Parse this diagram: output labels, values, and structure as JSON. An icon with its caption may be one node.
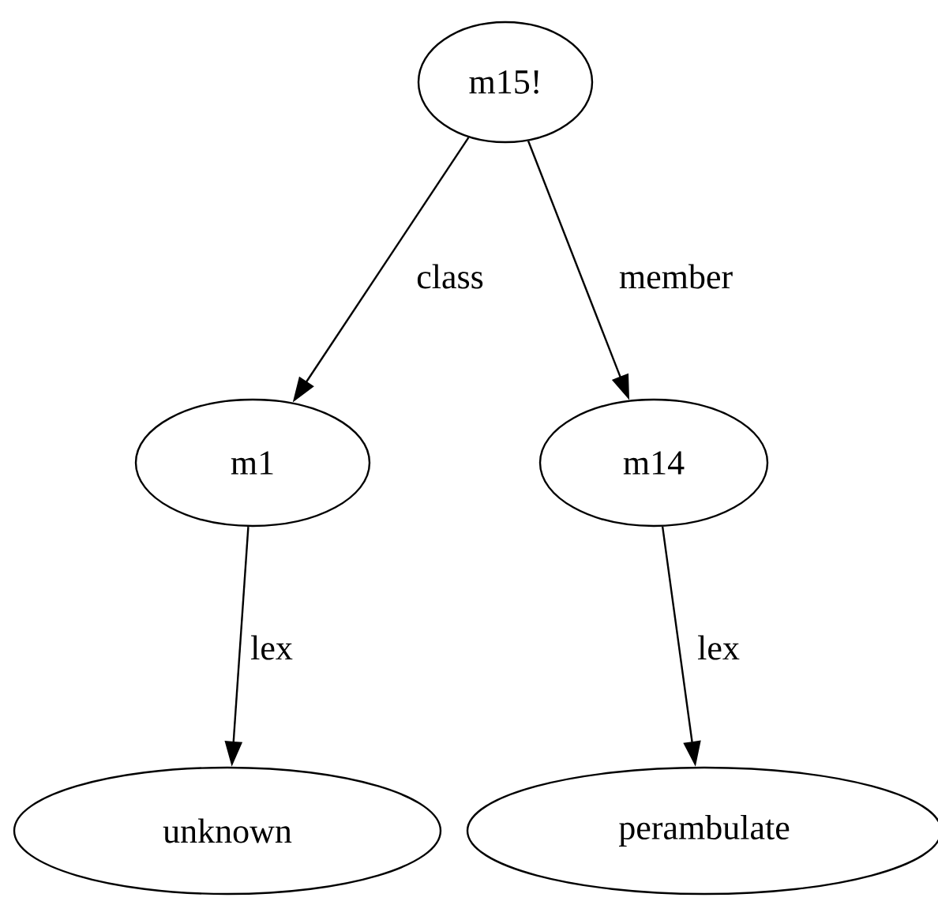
{
  "diagram": {
    "nodes": [
      {
        "text": [
          "m15!"
        ]
      },
      {
        "text": [
          "m1"
        ]
      },
      {
        "text": [
          "m14"
        ]
      },
      {
        "text": [
          "unknown"
        ]
      },
      {
        "text": [
          "perambulate"
        ]
      }
    ],
    "edges": [
      {
        "from": 0,
        "to": 1,
        "arrow": "to",
        "label": "class"
      },
      {
        "from": 0,
        "to": 2,
        "arrow": "to",
        "label": "member"
      },
      {
        "from": 1,
        "to": 3,
        "arrow": "to",
        "label": "lex"
      },
      {
        "from": 2,
        "to": 4,
        "arrow": "to",
        "label": "lex"
      }
    ]
  }
}
